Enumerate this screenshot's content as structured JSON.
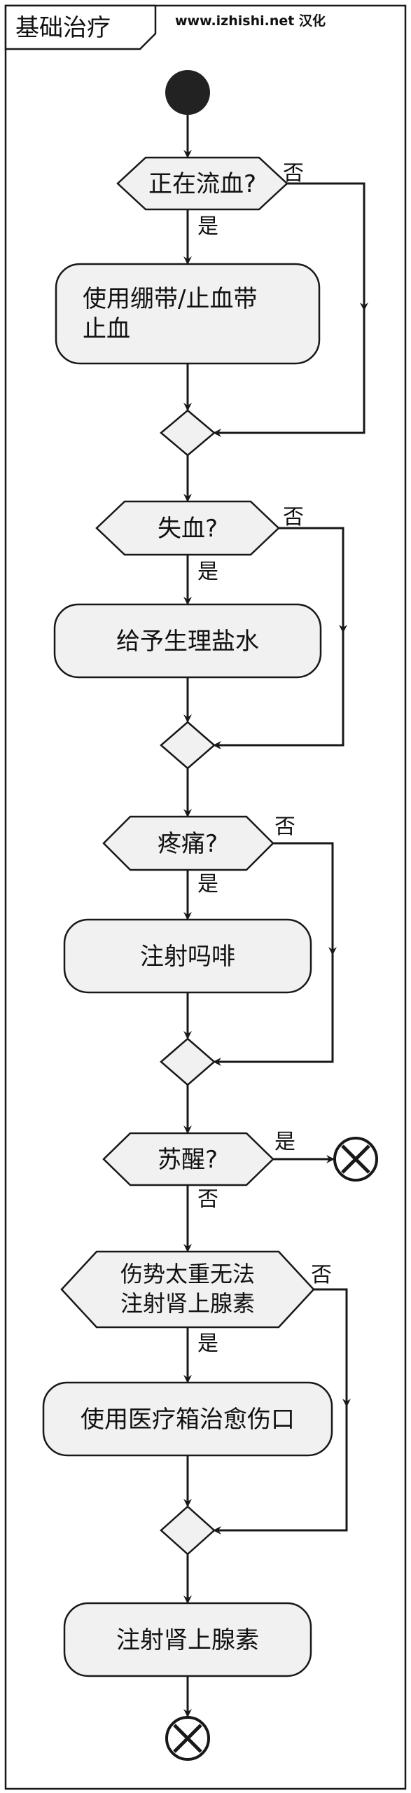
{
  "title": "基础治疗",
  "header_note": "www.izhishi.net 汉化",
  "steps": {
    "q_bleeding": "正在流血?",
    "bandage_line1": "使用绷带/止血带",
    "bandage_line2": "止血",
    "q_blood_loss": "失血?",
    "give_saline": "给予生理盐水",
    "q_pain": "疼痛?",
    "inject_morphine": "注射吗啡",
    "q_awake": "苏醒?",
    "q_severe_line1": "伤势太重无法",
    "q_severe_line2": "注射肾上腺素",
    "use_medkit": "使用医疗箱治愈伤口",
    "inject_epinephrine": "注射肾上腺素"
  },
  "branch_labels": {
    "yes": "是",
    "no": "否"
  },
  "colors": {
    "node_fill": "#f1f1f1",
    "stroke": "#181818",
    "background": "#ffffff"
  }
}
